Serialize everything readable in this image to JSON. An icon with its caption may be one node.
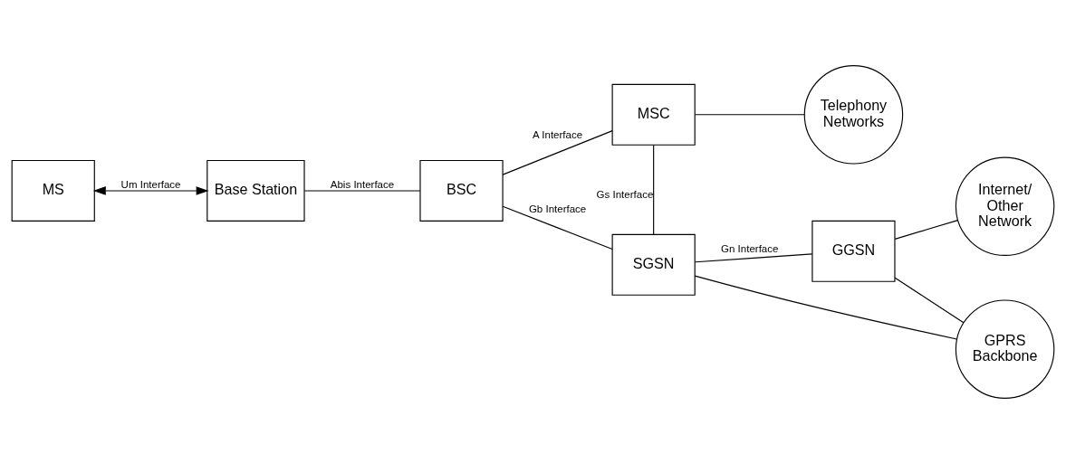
{
  "diagram": {
    "nodes": [
      {
        "text": [
          "MS"
        ]
      },
      {
        "text": [
          "Base Station"
        ]
      },
      {
        "text": [
          "BSC"
        ]
      },
      {
        "text": [
          "MSC"
        ]
      },
      {
        "text": [
          "Telephony Networks"
        ]
      },
      {
        "text": [
          "SGSN"
        ]
      },
      {
        "text": [
          "GGSN"
        ]
      },
      {
        "text": [
          "Internet/ Other Network"
        ]
      },
      {
        "text": [
          "GPRS Backbone"
        ]
      }
    ],
    "edges": [
      {
        "from": 0,
        "to": 1,
        "arrow": "both",
        "label": "Um Interface"
      },
      {
        "from": 1,
        "to": 2,
        "arrow": "none",
        "label": "Abis Interface"
      },
      {
        "from": 2,
        "to": 3,
        "arrow": "none",
        "label": "A Interface"
      },
      {
        "from": 3,
        "to": 4,
        "arrow": "none"
      },
      {
        "from": 2,
        "to": 5,
        "arrow": "none",
        "label": "Gb Interface"
      },
      {
        "from": 3,
        "to": 5,
        "arrow": "none",
        "label": "Gs Interface"
      },
      {
        "from": 5,
        "to": 6,
        "arrow": "none",
        "label": "Gn Interface"
      },
      {
        "from": 6,
        "to": 7,
        "arrow": "none"
      },
      {
        "from": 5,
        "to": 8,
        "arrow": "none"
      },
      {
        "from": 6,
        "to": 8,
        "arrow": "none"
      }
    ]
  }
}
